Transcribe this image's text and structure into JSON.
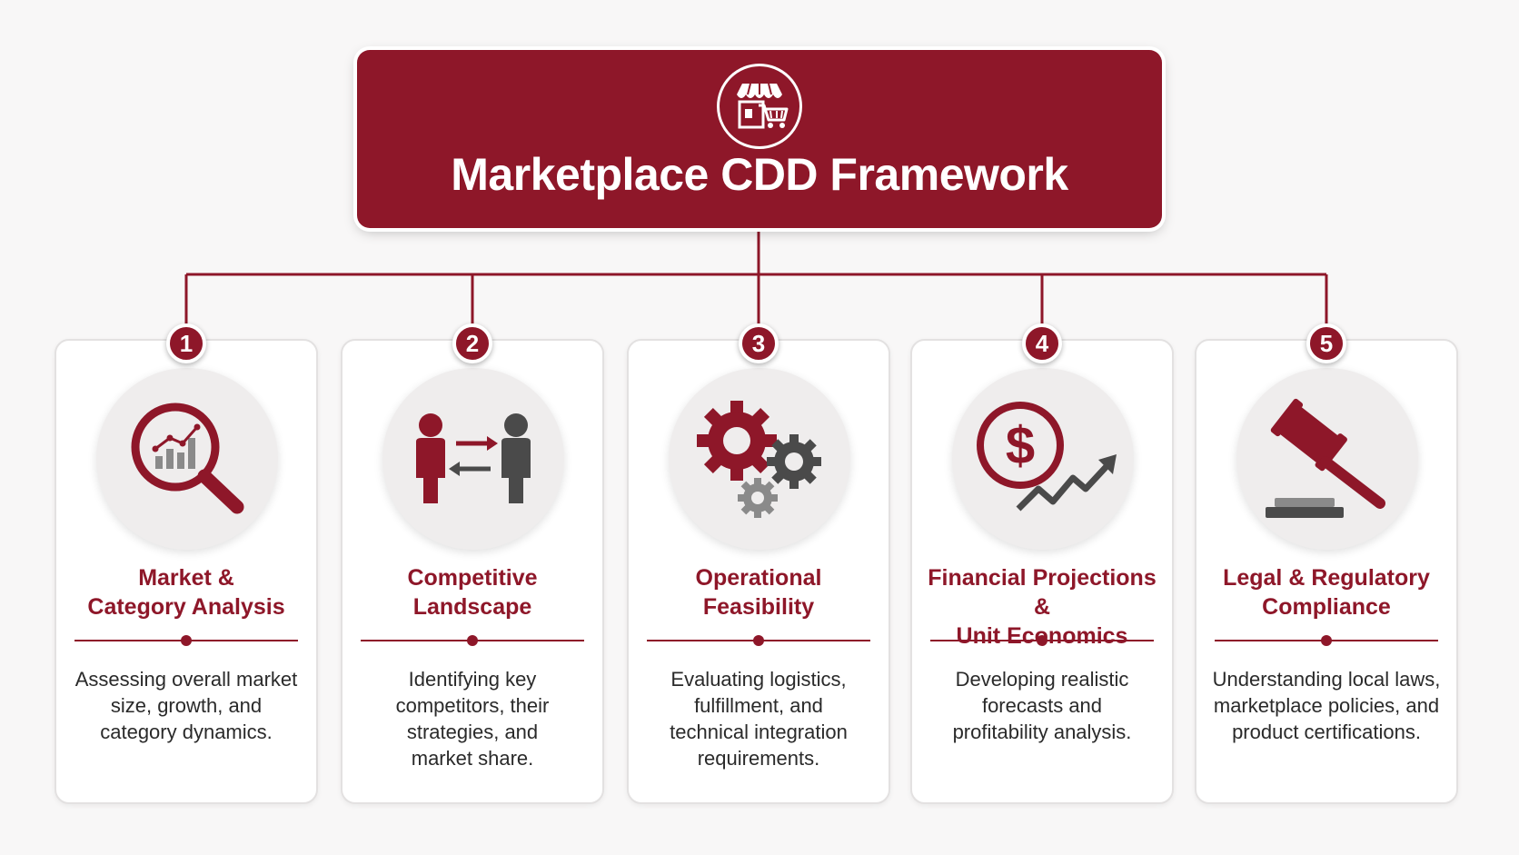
{
  "header": {
    "title": "Marketplace CDD Framework",
    "icon": "storefront-cart-icon"
  },
  "colors": {
    "accent": "#8e1729",
    "icon_gray": "#4a4a4a",
    "icon_light_gray": "#8a8a8a",
    "background": "#f8f7f7"
  },
  "steps": [
    {
      "number": "1",
      "title": "Market &\nCategory Analysis",
      "description": "Assessing overall market\nsize, growth, and\ncategory dynamics.",
      "icon": "magnifier-bar-chart-icon"
    },
    {
      "number": "2",
      "title": "Competitive\nLandscape",
      "description": "Identifying key\ncompetitors, their\nstrategies, and\nmarket share.",
      "icon": "people-exchange-icon"
    },
    {
      "number": "3",
      "title": "Operational\nFeasibility",
      "description": "Evaluating logistics,\nfulfillment, and\ntechnical integration\nrequirements.",
      "icon": "gears-icon"
    },
    {
      "number": "4",
      "title": "Financial Projections &\nUnit Economics",
      "description": "Developing realistic\nforecasts and\nprofitability analysis.",
      "icon": "dollar-growth-icon"
    },
    {
      "number": "5",
      "title": "Legal & Regulatory\nCompliance",
      "description": "Understanding local laws,\nmarketplace policies, and\nproduct certifications.",
      "icon": "gavel-icon"
    }
  ]
}
